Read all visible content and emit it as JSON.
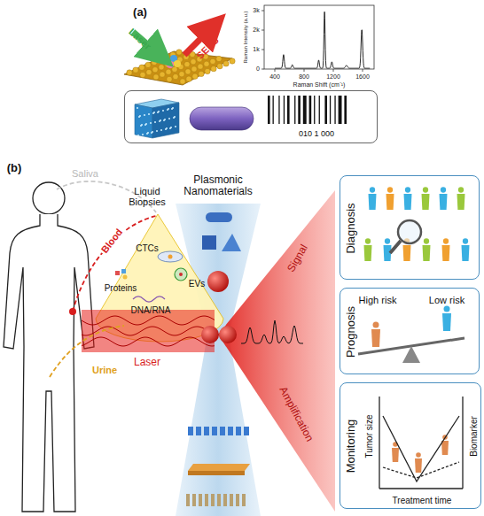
{
  "diagram": {
    "nodes": [
      {
        "text": [
          "010 1 000"
        ]
      },
      {
        "text": [
          "Diagnosis"
        ]
      },
      {
        "text": [
          "Prognosis",
          "High risk",
          "Low risk"
        ]
      },
      {
        "text": [
          "Monitoring",
          "Tumor size",
          "Biomarker",
          "Treatment time"
        ]
      }
    ],
    "labels": [
      "(a)",
      "Laser",
      "SERS",
      "3k",
      "2k",
      "1k",
      "0",
      "400",
      "800",
      "1200",
      "1600",
      "Raman Intensity (a.u.)",
      "Raman Shift (cm⁻¹)",
      "(b)",
      "Saliva",
      "Blood",
      "Urine",
      "Liquid Biopsies",
      "CTCs",
      "Proteins",
      "EVs",
      "DNA/RNA",
      "Laser",
      "Plasmonic Nanomaterials",
      "Signal",
      "Amplification"
    ]
  }
}
